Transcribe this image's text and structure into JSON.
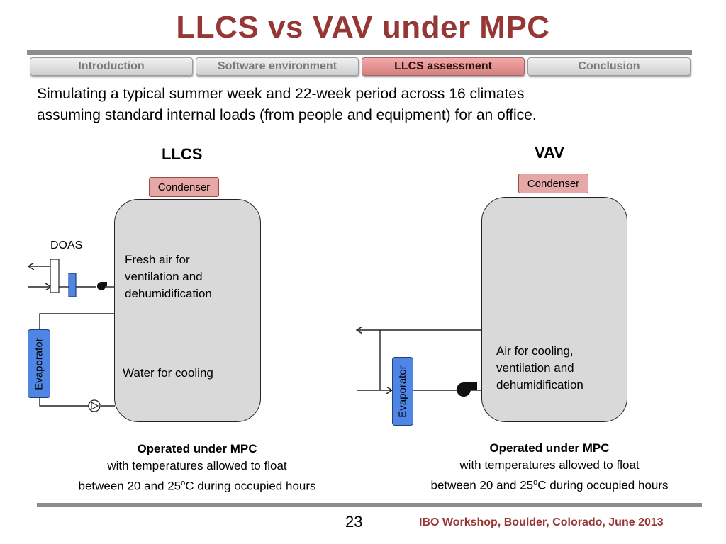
{
  "slide": {
    "title": "LLCS vs VAV under MPC",
    "tabs": [
      {
        "label": "Introduction",
        "active": false
      },
      {
        "label": "Software environment",
        "active": false
      },
      {
        "label": "LLCS assessment",
        "active": true
      },
      {
        "label": "Conclusion",
        "active": false
      }
    ],
    "intro_line1": "Simulating a typical summer week and 22-week period across 16 climates",
    "intro_line2": "assuming standard internal loads (from people and equipment) for an office.",
    "page_number": "23",
    "footer": "IBO Workshop, Boulder, Colorado, June 2013"
  },
  "llcs": {
    "title": "LLCS",
    "condenser": "Condenser",
    "doas": "DOAS",
    "air_text_1": "Fresh air for",
    "air_text_2": "ventilation and",
    "air_text_3": "dehumidification",
    "water_text": "Water for cooling",
    "evaporator": "Evaporator",
    "caption_bold": "Operated under MPC",
    "caption_line2": "with temperatures allowed to float",
    "caption_line3_pre": "between 20 and 25",
    "caption_sup": "o",
    "caption_line3_post": "C during occupied hours"
  },
  "vav": {
    "title": "VAV",
    "condenser": "Condenser",
    "air_text_1": "Air for cooling,",
    "air_text_2": "ventilation and",
    "air_text_3": "dehumidification",
    "evaporator": "Evaporator",
    "caption_bold": "Operated under MPC",
    "caption_line2": "with temperatures allowed to float",
    "caption_line3_pre": "between 20 and 25",
    "caption_sup": "o",
    "caption_line3_post": "C during occupied hours"
  },
  "colors": {
    "title": "#953735",
    "condenser_fill": "#e6a7a7",
    "evaporator_fill": "#4f86e6",
    "tank_fill": "#d9d9d9",
    "active_tab": "#e08f8f",
    "rule": "#8c8c8c"
  }
}
